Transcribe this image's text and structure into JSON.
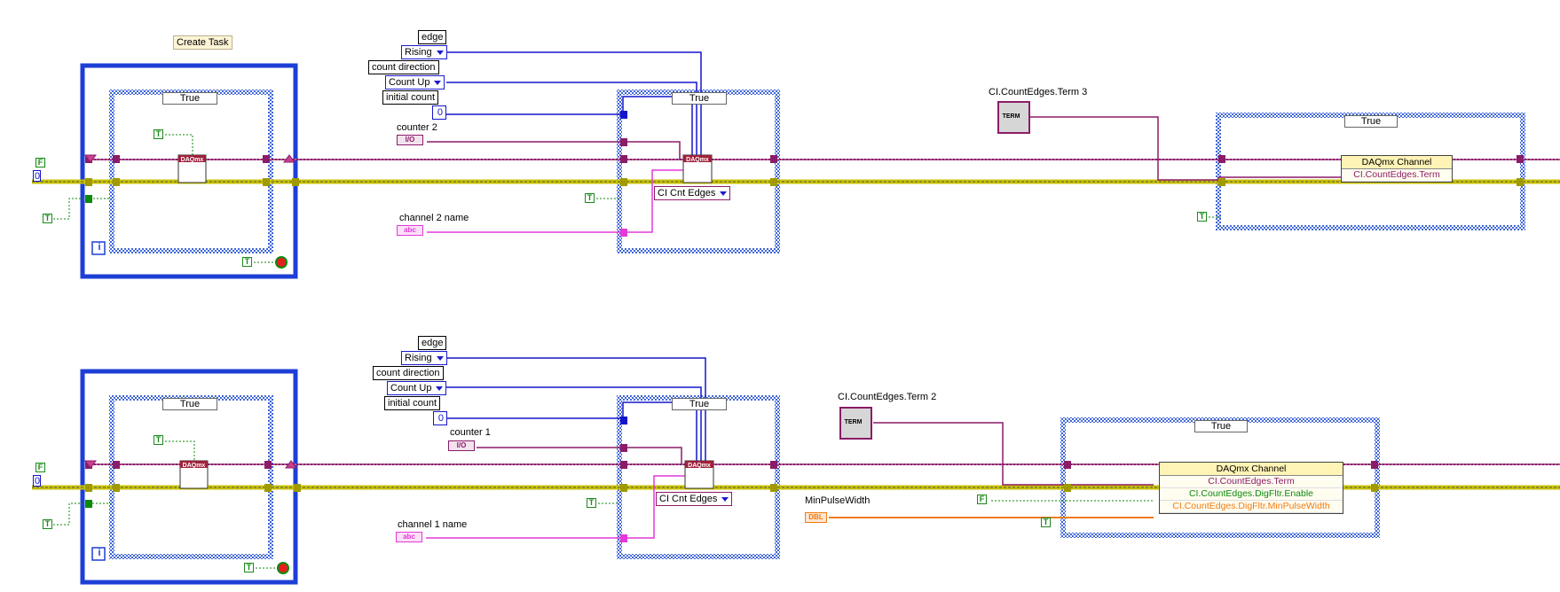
{
  "row1": {
    "create_task": "Create Task",
    "case_left": "True",
    "case_mid": "True",
    "case_right": "True",
    "edge_label": "edge",
    "edge_value": "Rising",
    "dir_label": "count direction",
    "dir_value": "Count Up",
    "init_label": "initial count",
    "init_value": "0",
    "counter_label": "counter 2",
    "counter_tag": "I/O",
    "channel_label": "channel 2 name",
    "channel_tag": "abc",
    "cnt_edges": "CI Cnt Edges",
    "term_label": "CI.CountEdges.Term 3",
    "prop_title": "DAQmx Channel",
    "prop_rows": [
      "CI.CountEdges.Term"
    ],
    "daqmx_tag": "DAQmx",
    "term_icon": "TERM",
    "bool_t": "T",
    "bool_f": "F",
    "loop_index": "i",
    "numeric_zero": "0"
  },
  "row2": {
    "case_left": "True",
    "case_mid": "True",
    "case_right": "True",
    "edge_label": "edge",
    "edge_value": "Rising",
    "dir_label": "count direction",
    "dir_value": "Count Up",
    "init_label": "initial count",
    "init_value": "0",
    "counter_label": "counter 1",
    "counter_tag": "I/O",
    "channel_label": "channel 1 name",
    "channel_tag": "abc",
    "cnt_edges": "CI Cnt Edges",
    "term_label": "CI.CountEdges.Term 2",
    "min_pulse_label": "MinPulseWidth",
    "min_pulse_tag": "DBL",
    "prop_title": "DAQmx Channel",
    "prop_rows": [
      "CI.CountEdges.Term",
      "CI.CountEdges.DigFltr.Enable",
      "CI.CountEdges.DigFltr.MinPulseWidth"
    ],
    "daqmx_tag": "DAQmx",
    "term_icon": "TERM",
    "bool_t": "T",
    "bool_f": "F",
    "loop_index": "i",
    "numeric_zero": "0"
  },
  "colors": {
    "while_loop": "#1d3fd6",
    "case_frame": "#3f66d8",
    "task_wire": "#8b1c68",
    "error_wire": "#c9c200",
    "bool_wire": "#0d8a0d",
    "numeric_wire": "#1515cc",
    "string_wire": "#e23ad9",
    "dbl_wire": "#f07b12"
  }
}
